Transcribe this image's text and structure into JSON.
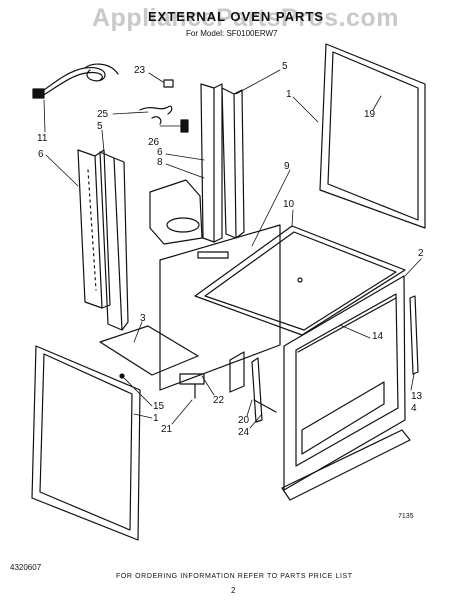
{
  "header": {
    "watermark": "AppliancePartsPros.com",
    "title": "EXTERNAL OVEN PARTS",
    "model_line": "For Model: SF0100ERW7"
  },
  "footer": {
    "ordering_note": "FOR ORDERING INFORMATION REFER TO PARTS PRICE LIST",
    "doc_number": "4320607",
    "page_number": "2",
    "figure_code": "7135"
  },
  "callouts": [
    "23",
    "5",
    "1",
    "19",
    "11",
    "6",
    "25",
    "26",
    "5",
    "6",
    "8",
    "9",
    "10",
    "2",
    "3",
    "14",
    "13",
    "4",
    "15",
    "1",
    "21",
    "22",
    "20",
    "24"
  ],
  "colors": {
    "line": "#111111",
    "watermark": "#c9c9c9",
    "paper": "#ffffff"
  }
}
